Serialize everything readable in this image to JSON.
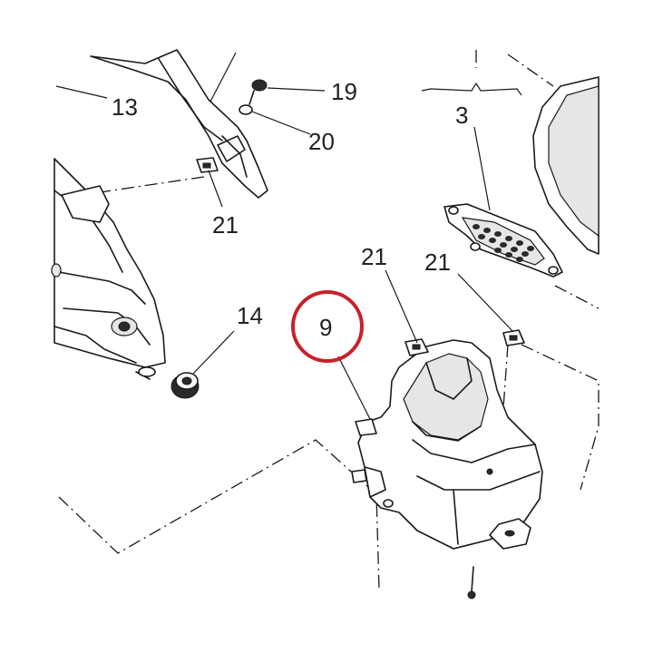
{
  "colors": {
    "highlight": "#c8202a",
    "ink": "#1a1a1a",
    "label": "#222222"
  },
  "callouts": {
    "c13": "13",
    "c19": "19",
    "c20": "20",
    "c21_top": "21",
    "c3": "3",
    "c14": "14",
    "c9": "9",
    "c21_mid": "21",
    "c21_right": "21"
  },
  "highlighted_part": "9"
}
